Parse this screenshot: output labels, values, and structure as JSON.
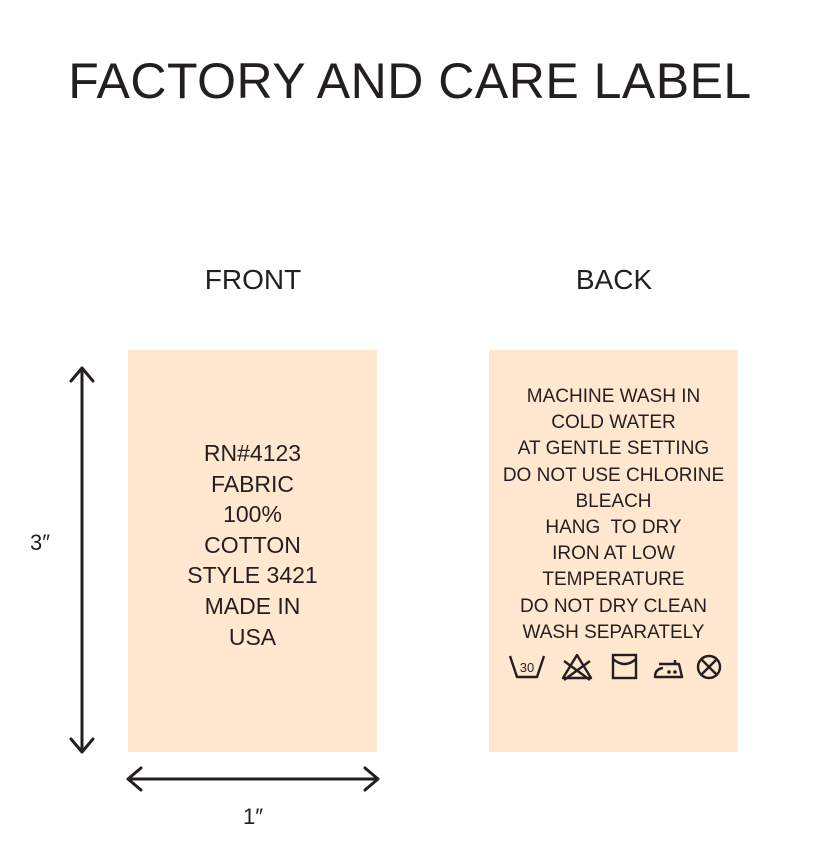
{
  "title": "FACTORY AND CARE LABEL",
  "front": {
    "heading": "FRONT",
    "lines": [
      "RN#4123",
      "FABRIC",
      "100%",
      "COTTON",
      "STYLE 3421",
      "MADE IN",
      "USA"
    ]
  },
  "back": {
    "heading": "BACK",
    "lines": [
      "MACHINE WASH IN",
      "COLD WATER",
      "AT GENTLE SETTING",
      "DO NOT USE CHLORINE",
      "BLEACH",
      "HANG  TO DRY",
      "IRON AT LOW",
      "TEMPERATURE",
      "DO NOT DRY CLEAN",
      "WASH SEPARATELY"
    ],
    "care_icons": {
      "wash_temperature": "30",
      "icons": [
        "wash-30-icon",
        "do-not-bleach-icon",
        "line-dry-icon",
        "iron-low-icon",
        "do-not-dry-clean-icon"
      ]
    }
  },
  "dimensions": {
    "height": "3″",
    "width": "1″"
  },
  "colors": {
    "label_fill": "#ffe8cf",
    "ink": "#231f20"
  }
}
